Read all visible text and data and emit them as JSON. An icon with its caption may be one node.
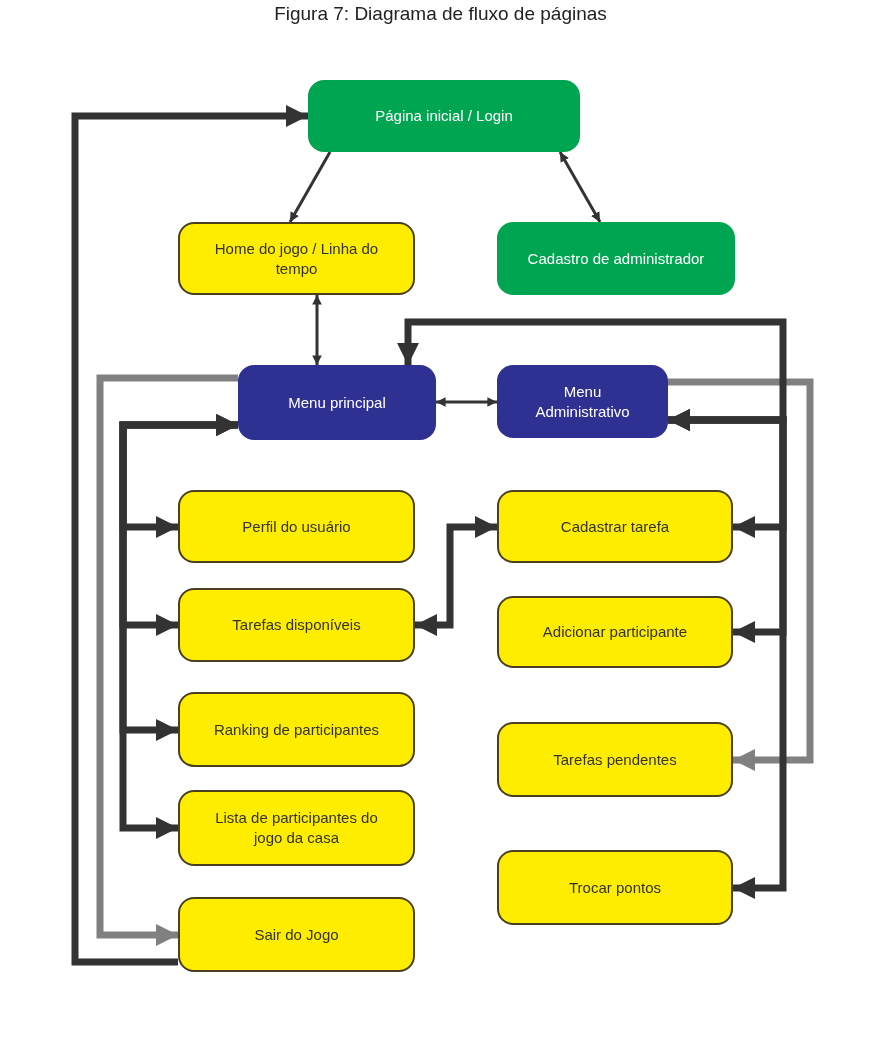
{
  "diagram": {
    "title": "Figura 7: Diagrama de fluxo de páginas",
    "nodes": [
      {
        "text": [
          "Página inicial / Login"
        ]
      },
      {
        "text": [
          "Home do jogo / Linha do tempo"
        ]
      },
      {
        "text": [
          "Cadastro de administrador"
        ]
      },
      {
        "text": [
          "Menu principal"
        ]
      },
      {
        "text": [
          "Menu Administrativo"
        ]
      },
      {
        "text": [
          "Perfil do usuário"
        ]
      },
      {
        "text": [
          "Cadastrar tarefa"
        ]
      },
      {
        "text": [
          "Tarefas disponíveis"
        ]
      },
      {
        "text": [
          "Adicionar participante"
        ]
      },
      {
        "text": [
          "Ranking de participantes"
        ]
      },
      {
        "text": [
          "Tarefas pendentes"
        ]
      },
      {
        "text": [
          "Lista de participantes do jogo da casa"
        ]
      },
      {
        "text": [
          "Trocar pontos"
        ]
      },
      {
        "text": [
          "Sair do Jogo"
        ]
      }
    ],
    "edges": [
      {
        "from": 0,
        "to": 1,
        "arrow": "to"
      },
      {
        "from": 0,
        "to": 2,
        "arrow": "both"
      },
      {
        "from": 1,
        "to": 3,
        "arrow": "both"
      },
      {
        "from": 3,
        "to": 4,
        "arrow": "both"
      },
      {
        "from": 13,
        "to": 0,
        "arrow": "to"
      },
      {
        "from": 3,
        "to": 13,
        "arrow": "to",
        "color": "#808080"
      },
      {
        "from": 3,
        "to": 5,
        "arrow": "both"
      },
      {
        "from": 3,
        "to": 7,
        "arrow": "both"
      },
      {
        "from": 3,
        "to": 9,
        "arrow": "both"
      },
      {
        "from": 3,
        "to": 11,
        "arrow": "both"
      },
      {
        "from": 7,
        "to": 6,
        "arrow": "both"
      },
      {
        "from": 4,
        "to": 10,
        "arrow": "to",
        "color": "#808080"
      },
      {
        "from": 4,
        "to": 3,
        "arrow": "both"
      },
      {
        "from": 4,
        "to": 6,
        "arrow": "both"
      },
      {
        "from": 4,
        "to": 8,
        "arrow": "both"
      },
      {
        "from": 4,
        "to": 12,
        "arrow": "both"
      }
    ]
  }
}
